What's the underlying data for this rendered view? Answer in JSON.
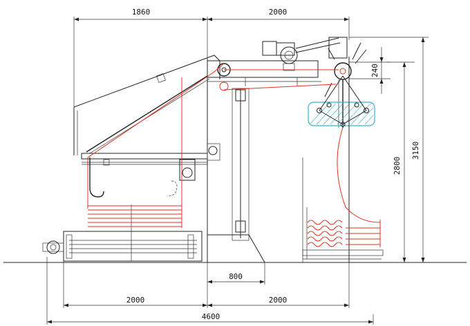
{
  "dimensions": {
    "top_left_width": "1860",
    "top_right_width": "2000",
    "small_height": "240",
    "right_height_inner": "2800",
    "right_height_outer": "3150",
    "base_offset": "800",
    "bottom_left_width": "2000",
    "bottom_right_width": "2000",
    "overall_width": "4600"
  },
  "colors": {
    "line": "#222222",
    "material_path": "#e0311e",
    "accent_hatch": "#36b3c9",
    "roller_fill": "#ffffff"
  }
}
